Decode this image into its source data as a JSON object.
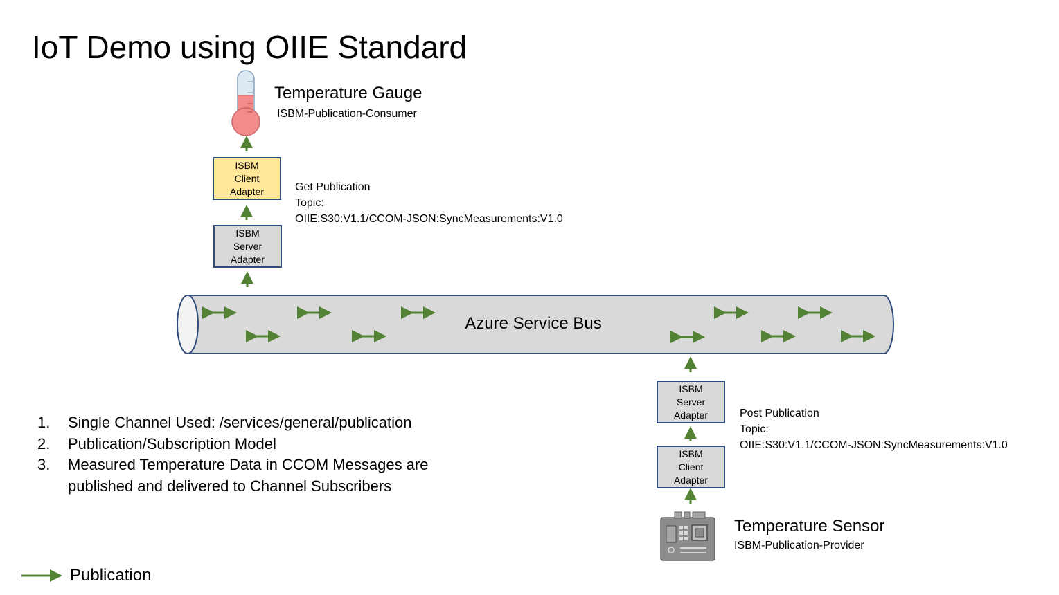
{
  "title": "IoT Demo using OIIE Standard",
  "gauge": {
    "name": "Temperature Gauge",
    "role": "ISBM-Publication-Consumer",
    "icon": "thermometer-icon"
  },
  "consumer_client_adapter": {
    "lines": [
      "ISBM",
      "Client",
      "Adapter"
    ]
  },
  "consumer_server_adapter": {
    "lines": [
      "ISBM",
      "Server",
      "Adapter"
    ]
  },
  "get_publication": {
    "lines": [
      "Get Publication",
      "Topic:",
      "OIIE:S30:V1.1/CCOM-JSON:SyncMeasurements:V1.0"
    ]
  },
  "bus": {
    "label": "Azure Service Bus"
  },
  "provider_server_adapter": {
    "lines": [
      "ISBM",
      "Server",
      "Adapter"
    ]
  },
  "provider_client_adapter": {
    "lines": [
      "ISBM",
      "Client",
      "Adapter"
    ]
  },
  "post_publication": {
    "lines": [
      "Post Publication",
      "Topic:",
      "OIIE:S30:V1.1/CCOM-JSON:SyncMeasurements:V1.0"
    ]
  },
  "sensor": {
    "name": "Temperature Sensor",
    "role": "ISBM-Publication-Provider",
    "icon": "circuit-board-icon"
  },
  "notes": [
    {
      "num": "1.",
      "text": "Single Channel Used: /services/general/publication"
    },
    {
      "num": "2.",
      "text": "Publication/Subscription Model"
    },
    {
      "num": "3.",
      "text": "Measured Temperature Data in CCOM Messages are published and delivered to Channel Subscribers"
    }
  ],
  "legend": {
    "label": "Publication",
    "icon": "arrow-right-icon"
  },
  "colors": {
    "arrow": "#548235",
    "box_border": "#2f4b7c",
    "client_adapter_fill": "#ffe699",
    "server_adapter_fill": "#d9d9d9",
    "bus_fill": "#d9d9d9",
    "bus_border": "#2f4b7c",
    "thermometer_fill": "#f28b8b"
  }
}
